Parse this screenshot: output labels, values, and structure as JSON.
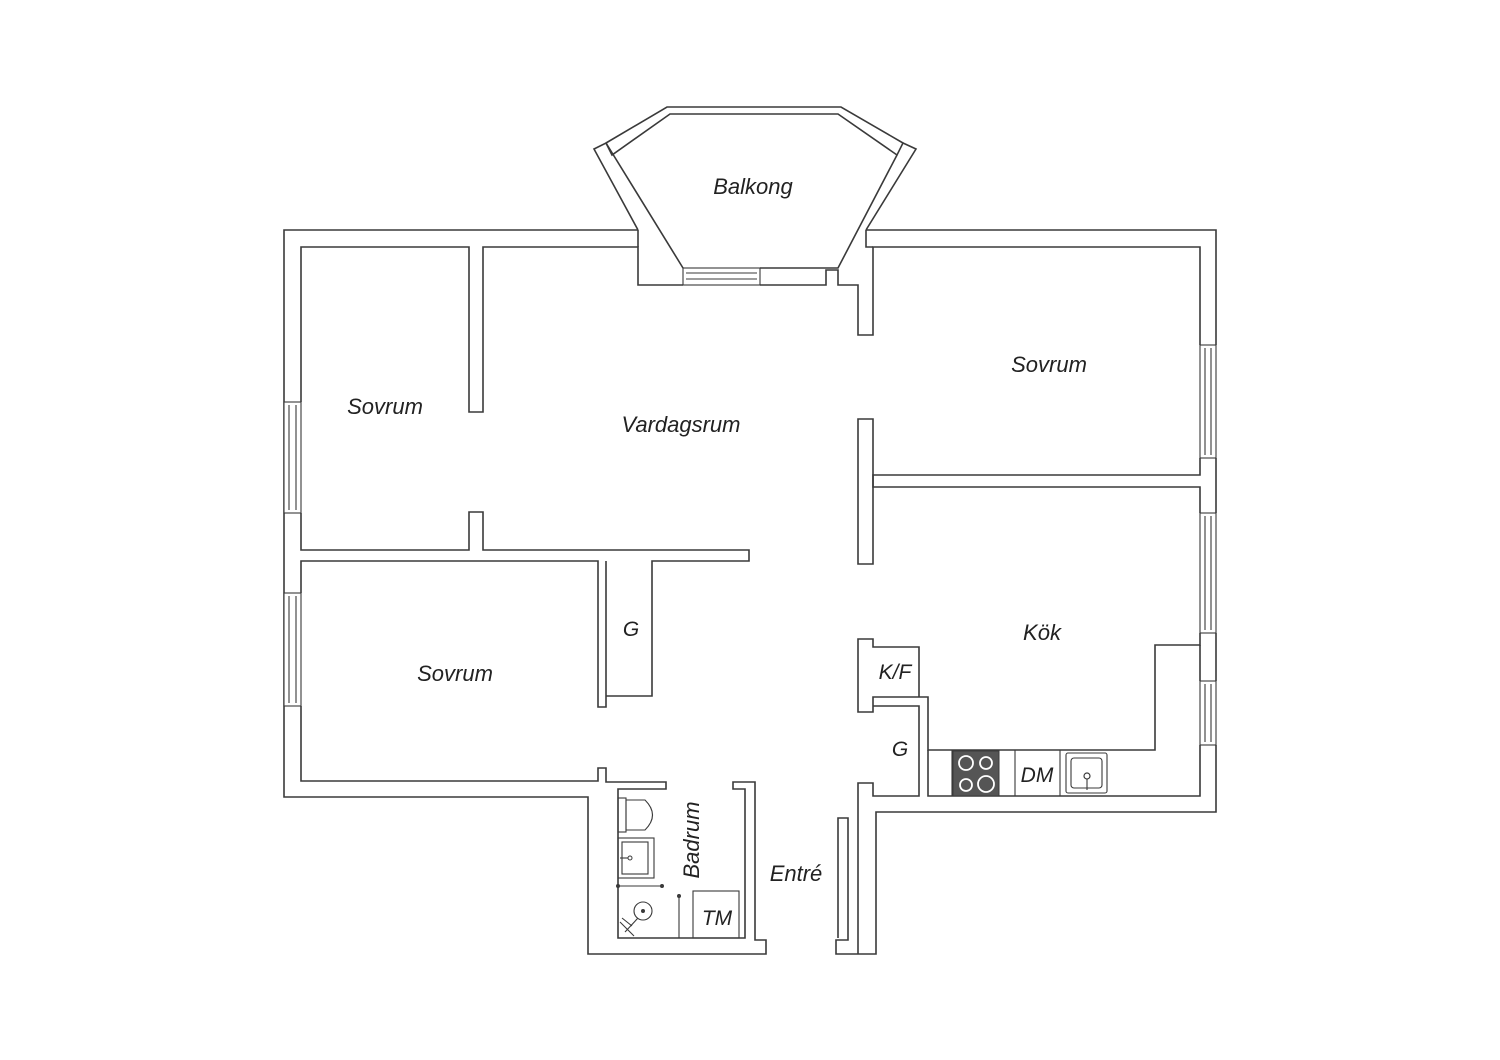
{
  "rooms": {
    "balkong": "Balkong",
    "sovrum_left_top": "Sovrum",
    "vardagsrum": "Vardagsrum",
    "sovrum_right_top": "Sovrum",
    "sovrum_left_bottom": "Sovrum",
    "kok": "Kök",
    "badrum": "Badrum",
    "entre": "Entré"
  },
  "fixtures": {
    "garderob_1": "G",
    "garderob_2": "G",
    "kyl_frys": "K/F",
    "diskmaskin": "DM",
    "tvattmaskin": "TM"
  },
  "colors": {
    "wall": "#3a3a3a",
    "background": "#ffffff",
    "stove": "#555555"
  },
  "icons": {
    "stove": "stove-icon",
    "sink": "sink-icon",
    "toilet": "toilet-icon",
    "washbasin": "washbasin-icon",
    "shower": "shower-icon"
  }
}
